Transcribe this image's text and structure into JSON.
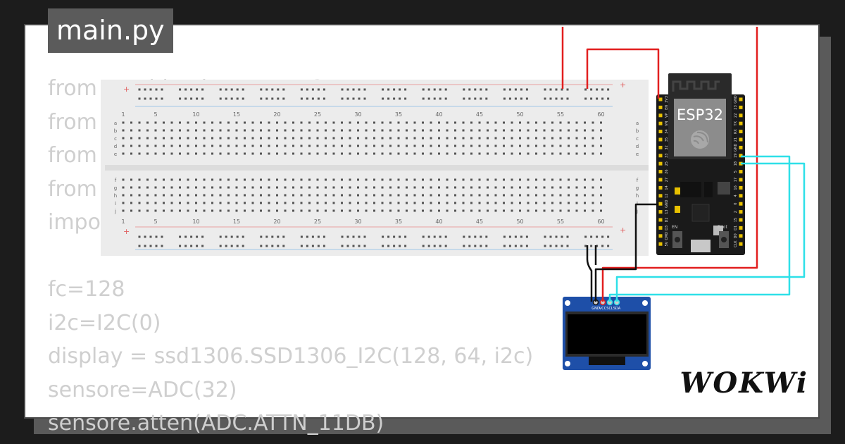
{
  "tab": {
    "title": "main.py"
  },
  "code": {
    "lines": [
      "from machine import ADC",
      "from",
      "from",
      "from",
      "impo",
      "",
      "fc=128",
      "i2c=I2C(0)",
      "display = ssd1306.SSD1306_I2C(128, 64, i2c)",
      "sensore=ADC(32)",
      "sensore.atten(ADC.ATTN_11DB)"
    ]
  },
  "breadboard": {
    "rail_plus": "+",
    "rail_minus": "-",
    "column_numbers": [
      "1",
      "5",
      "10",
      "15",
      "20",
      "25",
      "30",
      "35",
      "40",
      "45",
      "50",
      "55",
      "60"
    ],
    "rows_top": [
      "a",
      "b",
      "c",
      "d",
      "e"
    ],
    "rows_bottom": [
      "f",
      "g",
      "h",
      "i",
      "j"
    ]
  },
  "esp32": {
    "label": "ESP32",
    "left_pins": [
      "3V3",
      "EN",
      "VP",
      "VN",
      "34",
      "35",
      "32",
      "33",
      "25",
      "26",
      "27",
      "14",
      "12",
      "GND",
      "13",
      "D2",
      "D3",
      "CMD",
      "5V"
    ],
    "right_pins": [
      "GND",
      "23",
      "22",
      "TX",
      "RX",
      "21",
      "GND",
      "19",
      "18",
      "5",
      "17",
      "16",
      "4",
      "0",
      "2",
      "15",
      "D1",
      "D0",
      "CLK"
    ],
    "button_en": "EN",
    "button_boot": "Boot"
  },
  "oled": {
    "pins": [
      "GND",
      "VCC",
      "SCL",
      "SDA"
    ]
  },
  "brand": {
    "logo": "WOKWi"
  },
  "colors": {
    "wire_red": "#e21f1f",
    "wire_black": "#111111",
    "wire_cyan": "#2ee0e8",
    "breadboard": "#ececec"
  }
}
